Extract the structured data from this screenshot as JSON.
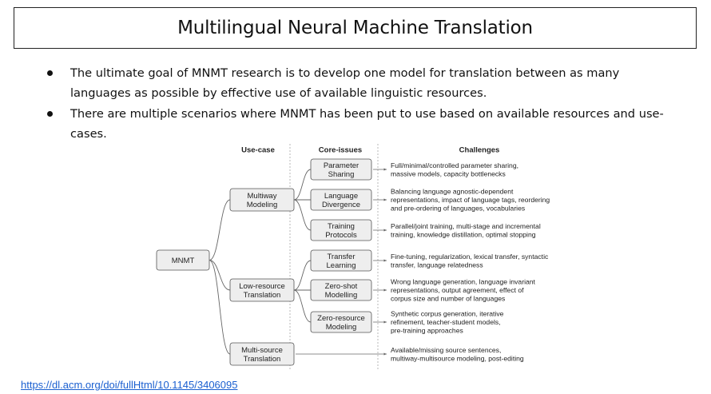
{
  "title": "Multilingual Neural Machine Translation",
  "bullets": [
    "The ultimate goal of MNMT research is to develop one model for translation between as many languages as possible by effective use of available linguistic resources.",
    "There are multiple scenarios where MNMT has been put to use based on available resources and use-cases."
  ],
  "diagram": {
    "headers": {
      "use_case": "Use-case",
      "core_issues": "Core-issues",
      "challenges": "Challenges"
    },
    "root": "MNMT",
    "use_cases": [
      {
        "label": [
          "Multiway",
          "Modeling"
        ]
      },
      {
        "label": [
          "Low-resource",
          "Translation"
        ]
      },
      {
        "label": [
          "Multi-source",
          "Translation"
        ]
      }
    ],
    "core_issues": [
      {
        "label": [
          "Parameter",
          "Sharing"
        ],
        "parent": 0,
        "challenge": [
          "Full/minimal/controlled parameter sharing,",
          "massive models, capacity bottlenecks"
        ]
      },
      {
        "label": [
          "Language",
          "Divergence"
        ],
        "parent": 0,
        "challenge": [
          "Balancing language agnostic-dependent",
          "representations, impact of language tags, reordering",
          "and pre-ordering of languages, vocabularies"
        ]
      },
      {
        "label": [
          "Training",
          "Protocols"
        ],
        "parent": 0,
        "challenge": [
          "Parallel/joint training, multi-stage and incremental",
          "training, knowledge distillation, optimal stopping"
        ]
      },
      {
        "label": [
          "Transfer",
          "Learning"
        ],
        "parent": 1,
        "challenge": [
          "Fine-tuning, regularization, lexical transfer, syntactic",
          "transfer,  language relatedness"
        ]
      },
      {
        "label": [
          "Zero-shot",
          "Modelling"
        ],
        "parent": 1,
        "challenge": [
          "Wrong language generation, language invariant",
          "representations, output agreement, effect of",
          "corpus size and number of languages"
        ]
      },
      {
        "label": [
          "Zero-resource",
          "Modeling"
        ],
        "parent": 1,
        "challenge": [
          "Synthetic corpus generation, iterative",
          "refinement, teacher-student models,",
          "pre-training approaches"
        ]
      }
    ],
    "multi_source_challenge": [
      "Available/missing source sentences,",
      "multiway-multisource modeling, post-editing"
    ]
  },
  "link": "https://dl.acm.org/doi/fullHtml/10.1145/3406095"
}
